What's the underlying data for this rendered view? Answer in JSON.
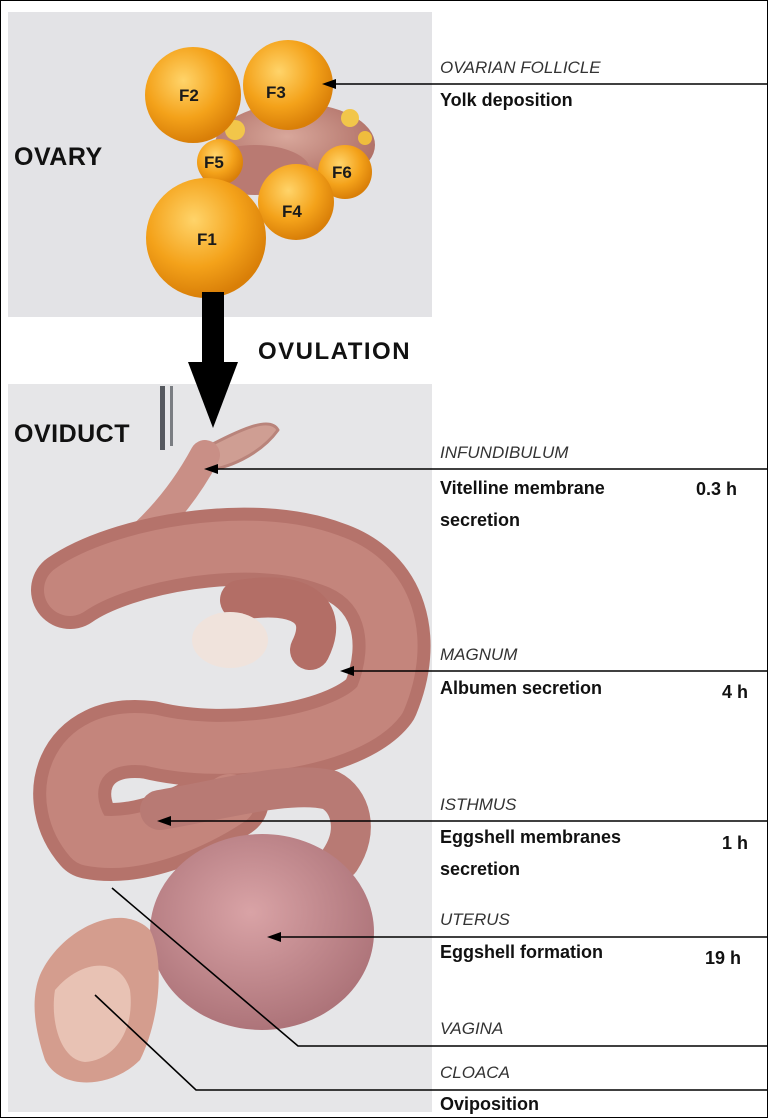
{
  "labels": {
    "ovary": "OVARY",
    "ovulation": "OVULATION",
    "oviduct": "OVIDUCT"
  },
  "follicles": [
    "F2",
    "F3",
    "F5",
    "F6",
    "F4",
    "F1"
  ],
  "regions": [
    {
      "name": "OVARIAN FOLLICLE",
      "desc": "Yolk deposition"
    },
    {
      "name": "INFUNDIBULUM",
      "desc": "Vitelline membrane",
      "desc2": "secretion",
      "time": "0.3 h"
    },
    {
      "name": "MAGNUM",
      "desc": "Albumen secretion",
      "time": "4 h"
    },
    {
      "name": "ISTHMUS",
      "desc": "Eggshell membranes",
      "desc2": "secretion",
      "time": "1 h"
    },
    {
      "name": "UTERUS",
      "desc": "Eggshell formation",
      "time": "19 h"
    },
    {
      "name": "VAGINA"
    },
    {
      "name": "CLOACA",
      "desc": "Oviposition"
    }
  ]
}
